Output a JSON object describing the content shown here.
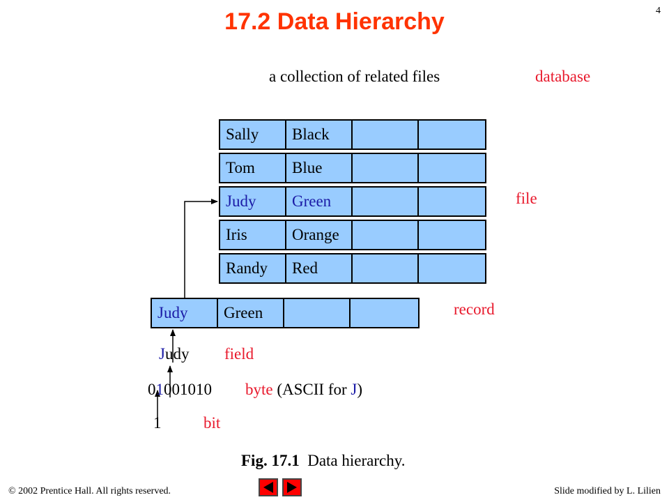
{
  "title": "17.2  Data Hierarchy",
  "page_number": "4",
  "database": {
    "description": "a collection of related files",
    "label": "database"
  },
  "file": {
    "label": "file",
    "rows": [
      {
        "first": "Sally",
        "last": "Black"
      },
      {
        "first": "Tom",
        "last": "Blue"
      },
      {
        "first": "Judy",
        "last": "Green"
      },
      {
        "first": "Iris",
        "last": "Orange"
      },
      {
        "first": "Randy",
        "last": "Red"
      }
    ]
  },
  "record": {
    "first": "Judy",
    "last": "Green",
    "label": "record"
  },
  "field": {
    "first_letter": "J",
    "rest": "udy",
    "label": "field"
  },
  "byte": {
    "bits_before": "0",
    "highlight_bit": "1",
    "bits_after": "001010",
    "label": "byte",
    "desc_before": " (ASCII for ",
    "desc_letter": "J",
    "desc_after": ")"
  },
  "bit": {
    "value": "1",
    "label": "bit"
  },
  "caption": {
    "bold": "Fig. 17.1",
    "text": "  Data hierarchy."
  },
  "footer": {
    "copyright": "© 2002 Prentice Hall.  All rights reserved.",
    "modified": "Slide modified by L. Lilien"
  },
  "colors": {
    "title": "#ff3300",
    "label": "#e8192c",
    "highlight": "#1a1aa6",
    "cell": "#99ccff",
    "nav": "#ff0000"
  }
}
